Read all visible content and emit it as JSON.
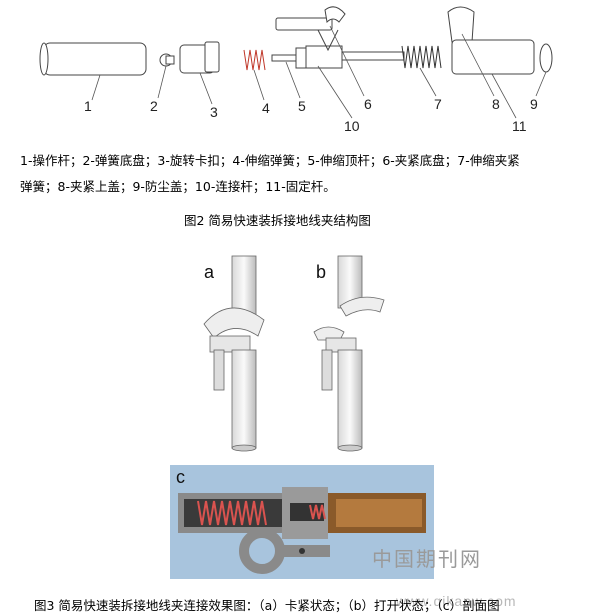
{
  "figure2": {
    "part_numbers": [
      "1",
      "2",
      "3",
      "4",
      "5",
      "6",
      "7",
      "8",
      "9",
      "10",
      "11"
    ],
    "legend_line1": "1-操作杆；2-弹簧底盘；3-旋转卡扣；4-伸缩弹簧；5-伸缩顶杆；6-夹紧底盘；7-伸缩夹紧",
    "legend_line2": "弹簧；8-夹紧上盖；9-防尘盖；10-连接杆；11-固定杆。",
    "caption": "图2 简易快速装拆接地线夹结构图"
  },
  "figure3": {
    "label_a": "a",
    "label_b": "b",
    "label_c": "c",
    "caption": "图3 简易快速装拆接地线夹连接效果图：（a）卡紧状态；（b）打开状态；（c）剖面图"
  },
  "watermark": {
    "text": "中国期刊网",
    "url": "www.qikanw.com"
  }
}
